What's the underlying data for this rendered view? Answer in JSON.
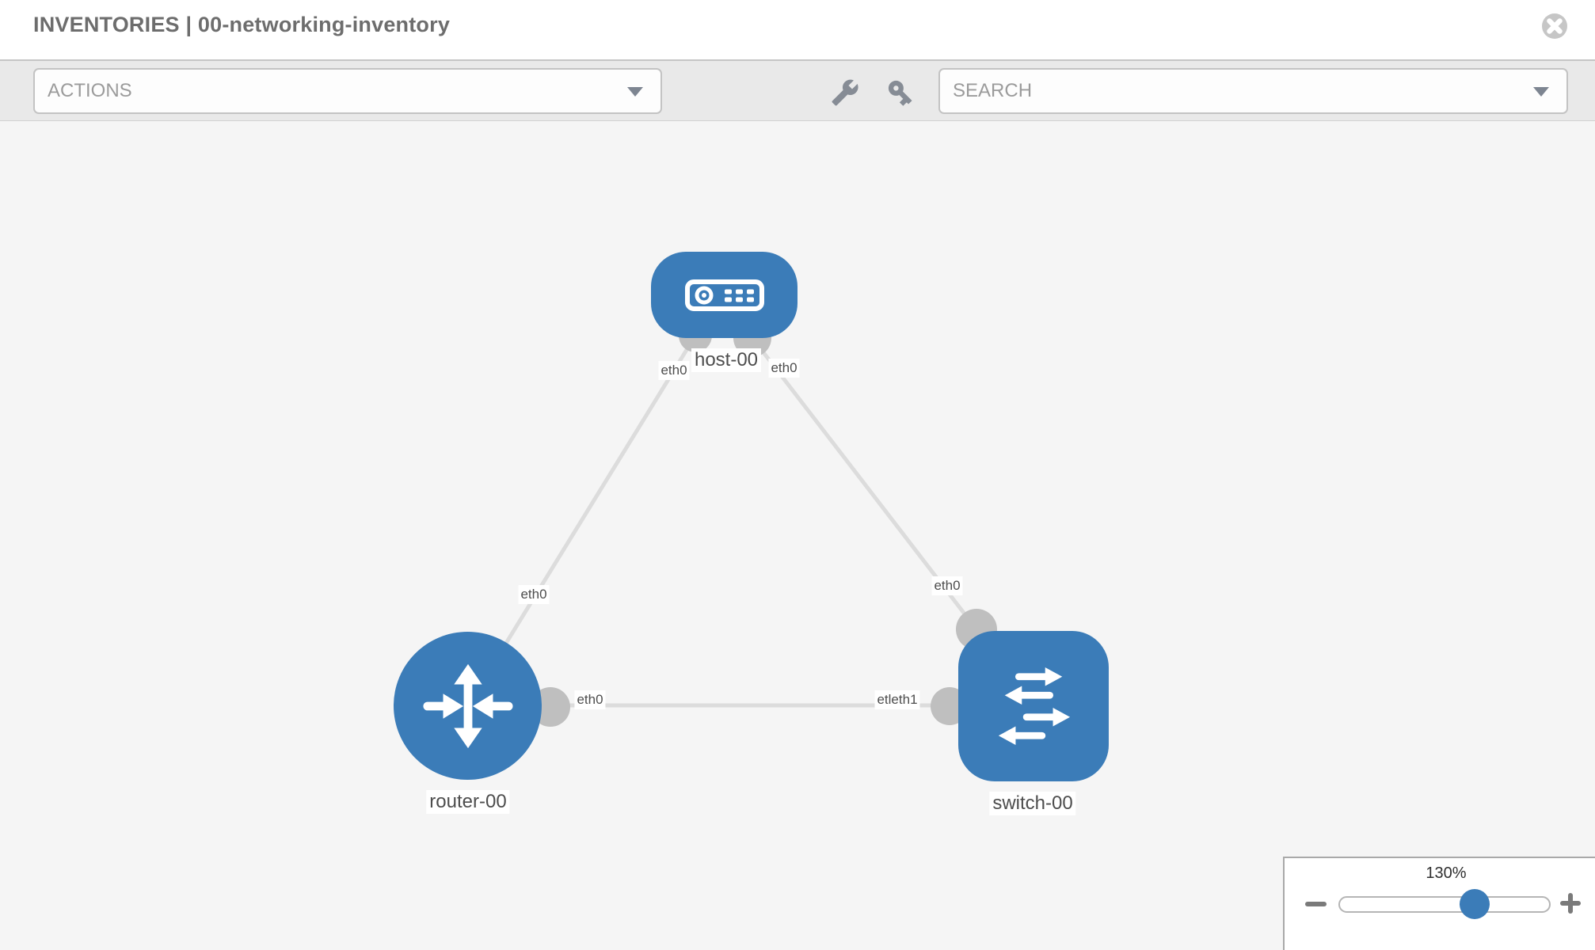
{
  "header": {
    "title": "INVENTORIES | 00-networking-inventory"
  },
  "toolbar": {
    "actions_dropdown": {
      "label": "ACTIONS"
    },
    "search_dropdown": {
      "placeholder": "SEARCH"
    },
    "icons": [
      "wrench-icon",
      "key-icon"
    ]
  },
  "topology": {
    "nodes": [
      {
        "id": "host-00",
        "type": "host",
        "label": "host-00"
      },
      {
        "id": "router-00",
        "type": "router",
        "label": "router-00"
      },
      {
        "id": "switch-00",
        "type": "switch",
        "label": "switch-00"
      }
    ],
    "links": [
      {
        "from": "router-00",
        "to": "host-00",
        "from_interface": "eth0",
        "to_interface": "eth0"
      },
      {
        "from": "host-00",
        "to": "switch-00",
        "from_interface": "eth0",
        "to_interface": "eth0"
      },
      {
        "from": "router-00",
        "to": "switch-00",
        "from_interface": "eth0",
        "to_interface": "etleth1"
      }
    ],
    "interface_labels": {
      "host_left": "eth0",
      "host_right": "eth0",
      "router_top": "eth0",
      "switch_top": "eth0",
      "router_right": "eth0",
      "switch_left": "etleth1"
    }
  },
  "zoom_control": {
    "value": "130%"
  },
  "colors": {
    "node_blue": "#3b7cb8",
    "link_gray": "#dcdcdc",
    "interface_bubble_gray": "#bfbfbf",
    "canvas_bg": "#f5f5f5",
    "toolbar_bg": "#e9e9e9"
  }
}
